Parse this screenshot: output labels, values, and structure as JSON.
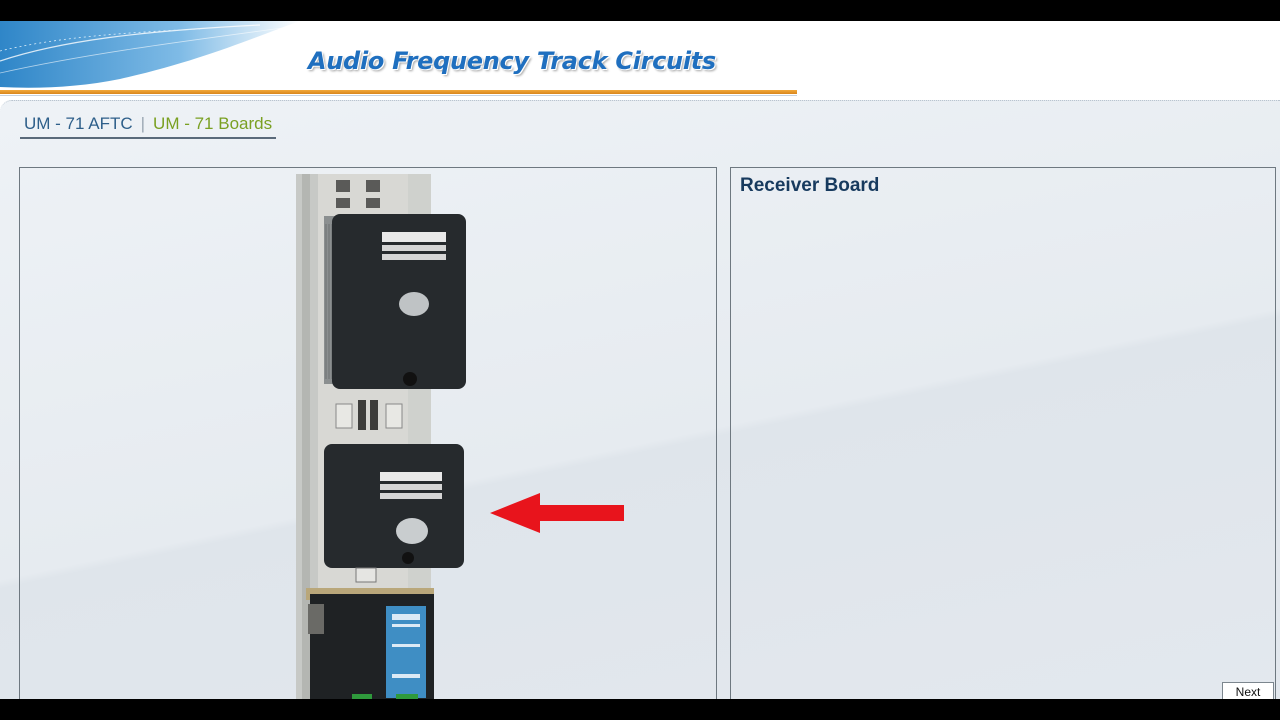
{
  "header": {
    "title": "Audio Frequency Track Circuits"
  },
  "breadcrumb": {
    "parent": "UM - 71 AFTC",
    "separator": "|",
    "current": "UM - 71 Boards"
  },
  "right_panel": {
    "title": "Receiver Board"
  },
  "footer": {
    "next_label": "Next"
  },
  "colors": {
    "title_blue": "#1f6fbf",
    "rule_orange": "#e39a2b",
    "crumb_blue": "#2e5f8a",
    "crumb_green": "#7aa022",
    "panel_title": "#173a5e",
    "arrow_red": "#e8141c"
  },
  "icons": {
    "pointer": "arrow-left-icon",
    "banner": "wave-banner-graphic"
  }
}
